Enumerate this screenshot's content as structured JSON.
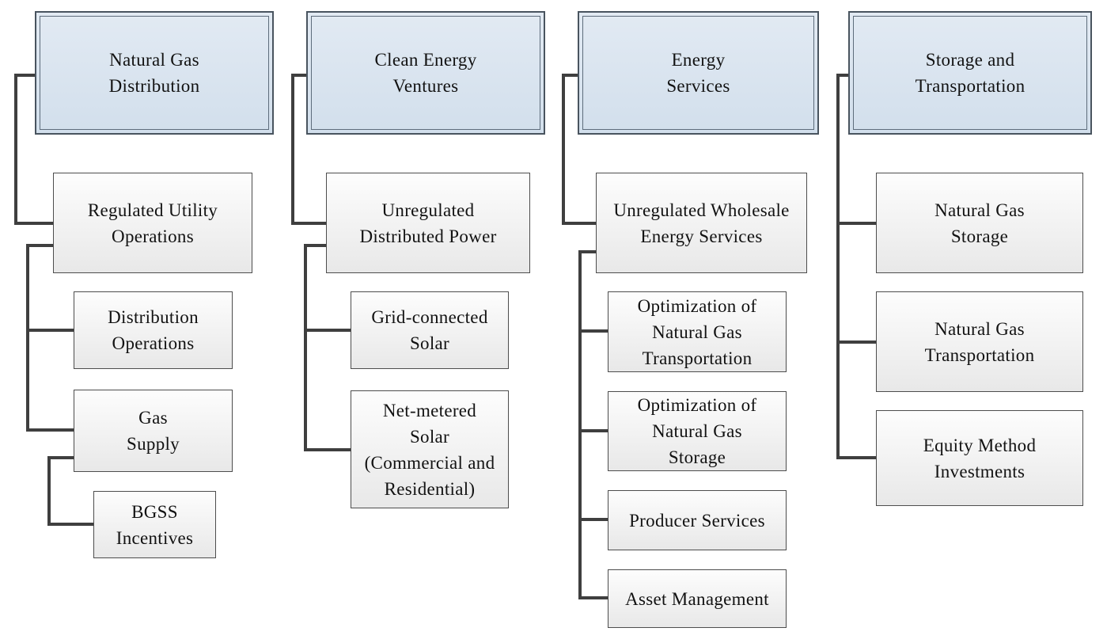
{
  "diagram": {
    "kind": "org-hierarchy",
    "columns": [
      {
        "header": {
          "label": "Natural Gas Distribution",
          "lines": [
            "Natural Gas",
            "Distribution"
          ]
        },
        "children": [
          {
            "label": "Regulated Utility Operations",
            "lines": [
              "Regulated Utility",
              "Operations"
            ],
            "children": [
              {
                "label": "Distribution Operations",
                "lines": [
                  "Distribution",
                  "Operations"
                ],
                "children": []
              },
              {
                "label": "Gas Supply",
                "lines": [
                  "Gas",
                  "Supply"
                ],
                "children": [
                  {
                    "label": "BGSS Incentives",
                    "lines": [
                      "BGSS",
                      "Incentives"
                    ],
                    "children": []
                  }
                ]
              }
            ]
          }
        ]
      },
      {
        "header": {
          "label": "Clean Energy Ventures",
          "lines": [
            "Clean Energy",
            "Ventures"
          ]
        },
        "children": [
          {
            "label": "Unregulated Distributed Power",
            "lines": [
              "Unregulated",
              "Distributed Power"
            ],
            "children": [
              {
                "label": "Grid-connected Solar",
                "lines": [
                  "Grid-connected",
                  "Solar"
                ],
                "children": []
              },
              {
                "label": "Net-metered Solar (Commercial and Residential)",
                "lines": [
                  "Net-metered",
                  "Solar",
                  "(Commercial and",
                  "Residential)"
                ],
                "children": []
              }
            ]
          }
        ]
      },
      {
        "header": {
          "label": "Energy Services",
          "lines": [
            "Energy",
            "Services"
          ]
        },
        "children": [
          {
            "label": "Unregulated Wholesale Energy Services",
            "lines": [
              "Unregulated Wholesale",
              "Energy Services"
            ],
            "children": [
              {
                "label": "Optimization of Natural Gas Transportation",
                "lines": [
                  "Optimization of",
                  "Natural Gas",
                  "Transportation"
                ],
                "children": []
              },
              {
                "label": "Optimization of Natural Gas Storage",
                "lines": [
                  "Optimization of",
                  "Natural Gas",
                  "Storage"
                ],
                "children": []
              },
              {
                "label": "Producer Services",
                "lines": [
                  "Producer Services"
                ],
                "children": []
              },
              {
                "label": "Asset Management",
                "lines": [
                  "Asset Management"
                ],
                "children": []
              }
            ]
          }
        ]
      },
      {
        "header": {
          "label": "Storage and Transportation",
          "lines": [
            "Storage and",
            "Transportation"
          ]
        },
        "children": [
          {
            "label": "Natural Gas Storage",
            "lines": [
              "Natural Gas",
              "Storage"
            ],
            "children": []
          },
          {
            "label": "Natural Gas Transportation",
            "lines": [
              "Natural Gas",
              "Transportation"
            ],
            "children": []
          },
          {
            "label": "Equity Method Investments",
            "lines": [
              "Equity Method",
              "Investments"
            ],
            "children": []
          }
        ]
      }
    ]
  },
  "colors": {
    "header_fill_top": "#e2eaf3",
    "header_fill_bottom": "#d2dfec",
    "header_border": "#49545f",
    "header_inner_border": "#5e6d7c",
    "node_fill_top": "#fdfdfd",
    "node_fill_bottom": "#e8e8e8",
    "node_border": "#4d4d4d",
    "connector": "#3f3f3f",
    "text": "#121212"
  }
}
